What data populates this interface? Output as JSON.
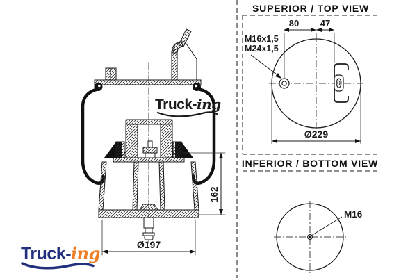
{
  "main_view": {
    "watermark_part1": "Truck-",
    "watermark_part2": "ing",
    "height_dim": "162",
    "base_diameter_dim": "Ø197"
  },
  "top_view": {
    "title": "SUPERIOR / TOP VIEW",
    "offset_dim": "80",
    "bracket_offset_dim": "47",
    "thread_label_line1": "M16x1,5",
    "thread_label_line2": "M24x1,5",
    "plate_diameter_dim": "Ø229"
  },
  "bottom_view": {
    "title": "INFERIOR / BOTTOM VIEW",
    "thread_label": "M16"
  },
  "brand": {
    "logo_part1": "Truck-",
    "logo_part2": "ing"
  },
  "colors": {
    "line": "#1b1b1b",
    "dashed": "#4a4a4a",
    "logo_blue": "#22307e",
    "logo_orange": "#ef7d24",
    "background": "#ffffff"
  }
}
